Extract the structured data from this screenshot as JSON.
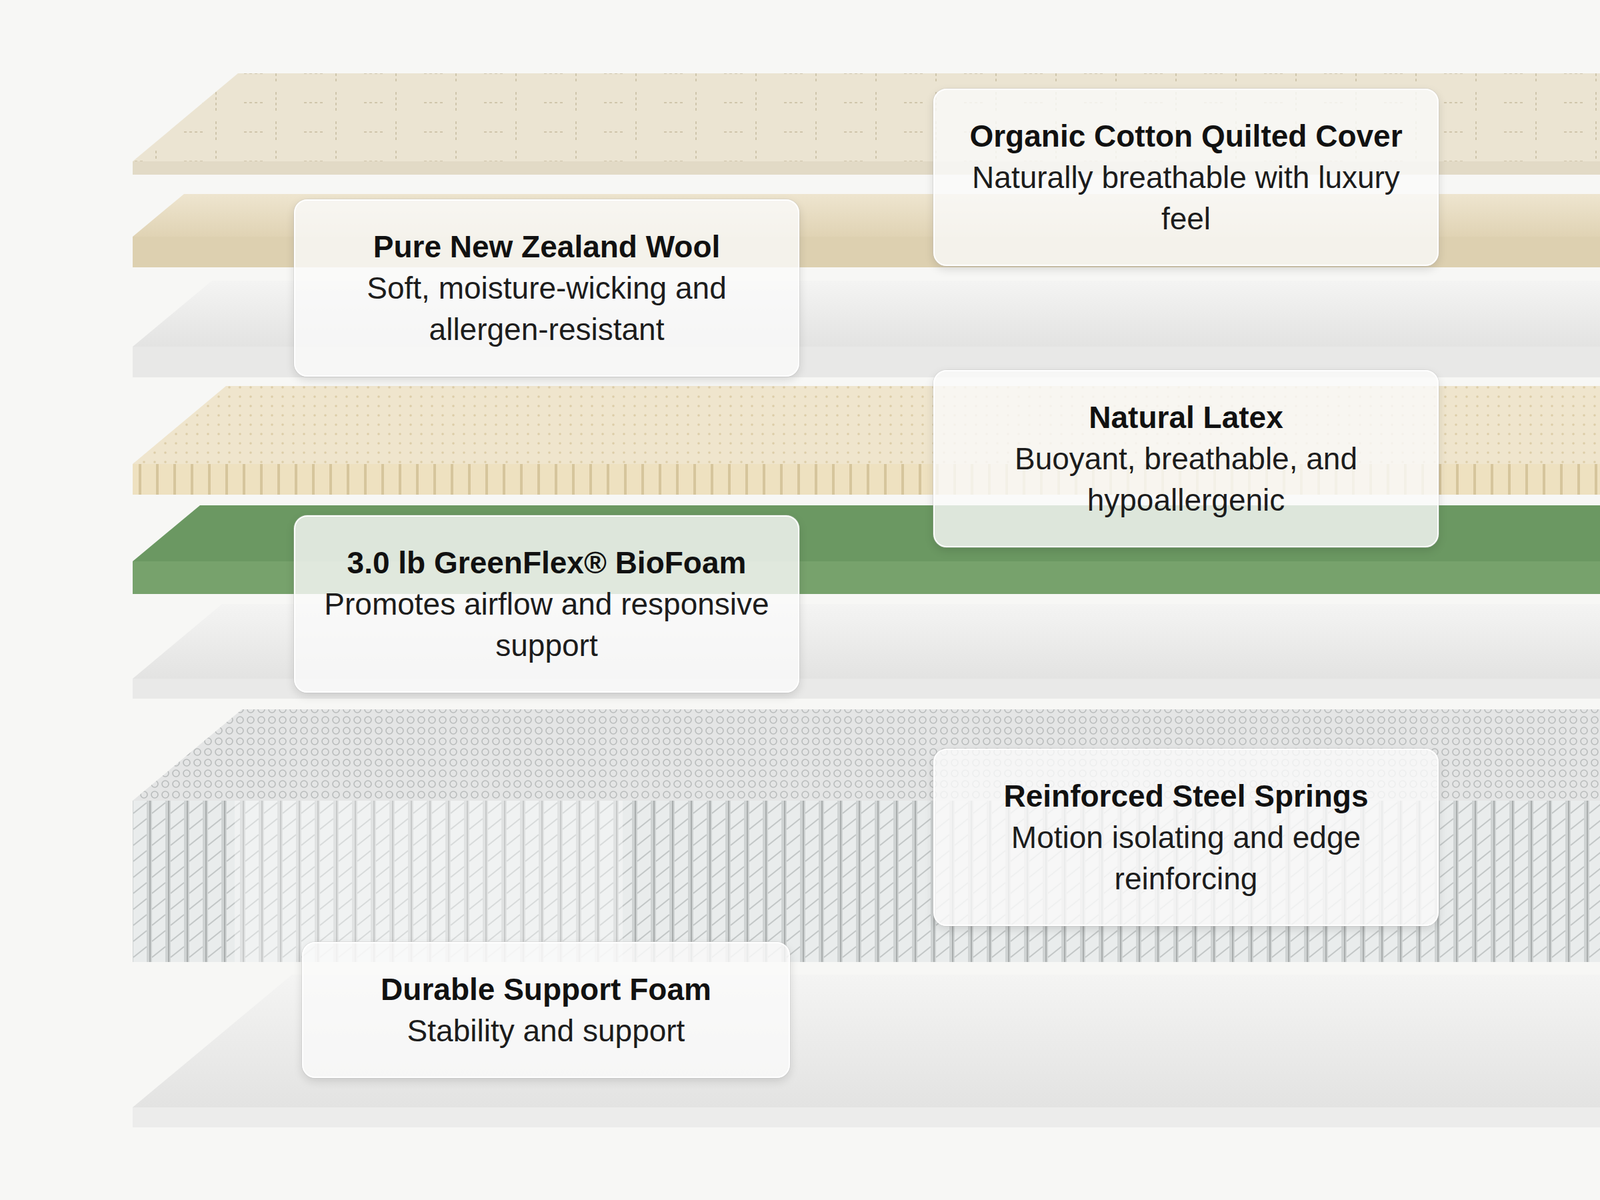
{
  "diagram": {
    "nodes": [
      {
        "text": [
          "Organic Cotton Quilted Cover",
          "Naturally breathable with luxury feel"
        ]
      },
      {
        "text": [
          "Pure New Zealand Wool",
          "Soft, moisture-wicking and allergen-resistant"
        ]
      },
      {
        "text": [
          "Natural Latex",
          "Buoyant, breathable, and hypoallergenic"
        ]
      },
      {
        "text": [
          "3.0 lb GreenFlex® BioFoam",
          "Promotes airflow and responsive support"
        ]
      },
      {
        "text": [
          "Reinforced Steel Springs",
          "Motion isolating and edge reinforcing"
        ]
      },
      {
        "text": [
          "Durable Support Foam",
          "Stability and support"
        ]
      }
    ]
  }
}
